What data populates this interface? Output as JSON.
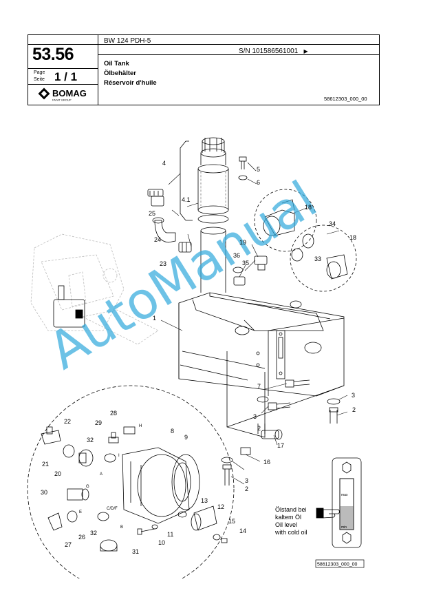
{
  "header": {
    "page_number": "53.56",
    "page_label": "Page",
    "seite_label": "Seite",
    "page_of": "1 / 1",
    "model": "BW 124 PDH-5",
    "serial": "S/N 101586561001",
    "serial_arrow": "▶",
    "title_en": "Oil Tank",
    "title_de": "Ölbehälter",
    "title_fr": "Réservoir d'huile",
    "doc_number": "58612303_000_00",
    "logo_text": "BOMAG",
    "logo_sub": "FAYAT GROUP"
  },
  "diagram": {
    "part_labels": [
      "1",
      "2",
      "3",
      "4",
      "4.1",
      "5",
      "6",
      "7",
      "8",
      "9",
      "10",
      "11",
      "12",
      "13",
      "14",
      "15",
      "16",
      "17",
      "18",
      "19",
      "20",
      "21",
      "22",
      "23",
      "24",
      "25",
      "26",
      "27",
      "28",
      "29",
      "30",
      "31",
      "32",
      "33",
      "34",
      "35",
      "36"
    ],
    "port_labels": [
      "A",
      "B",
      "C/D/F",
      "E",
      "G",
      "H",
      "I"
    ],
    "gauge_note": [
      "Ölstand bei",
      "kaltem Öl",
      "Oil level",
      "with cold oil"
    ],
    "gauge_max": "max",
    "gauge_min": "min",
    "drawing_number": "58612303_000_00"
  },
  "watermark": "AutoManual"
}
